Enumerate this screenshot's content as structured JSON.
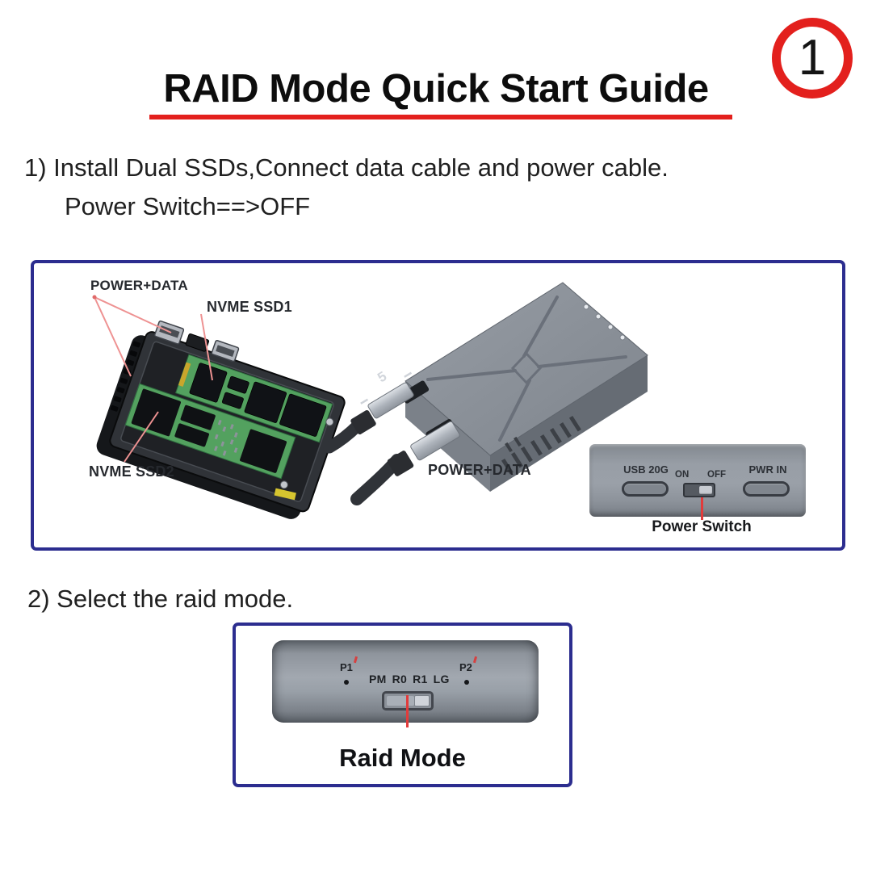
{
  "page": {
    "badge_number": "1",
    "title": "RAID Mode Quick Start Guide"
  },
  "steps": {
    "step1_line1": "1) Install Dual SSDs,Connect data cable and power cable.",
    "step1_line2": "Power Switch==>OFF",
    "step2": "2) Select the raid mode."
  },
  "figure1": {
    "callout_power_data_top": "POWER+DATA",
    "callout_nvme_ssd1": "NVME SSD1",
    "callout_nvme_ssd2": "NVME SSD2",
    "callout_power_data_bottom": "POWER+DATA",
    "device_logo": "5",
    "rear_panel": {
      "usb_port_label": "USB 20G",
      "switch_on": "ON",
      "switch_off": "OFF",
      "power_in_label": "PWR IN",
      "caption": "Power Switch"
    }
  },
  "figure2": {
    "port1_label": "P1",
    "port2_label": "P2",
    "mode_labels": [
      "PM",
      "R0",
      "R1",
      "LG"
    ],
    "caption": "Raid Mode"
  },
  "colors": {
    "accent_red": "#e3201d",
    "callout_line_red": "#ee9292",
    "box_border_blue": "#2c2d8f",
    "panel_gray": "#8f959d"
  }
}
